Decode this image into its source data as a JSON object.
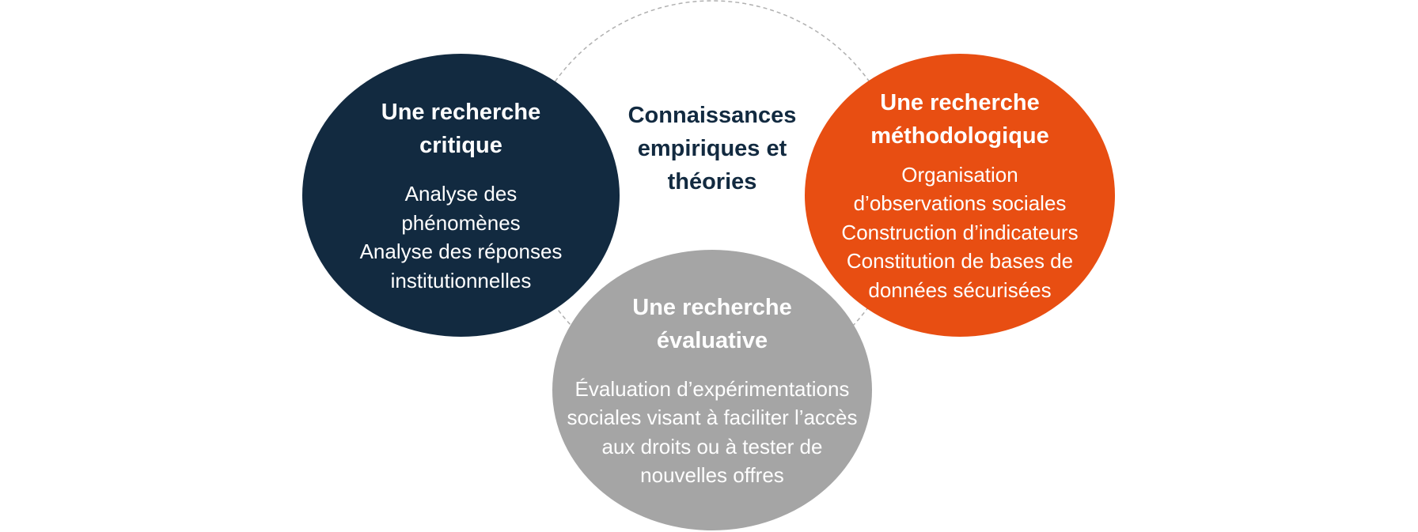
{
  "colors": {
    "critique": "#122a40",
    "methodologique": "#e84e12",
    "evaluative": "#a5a5a5",
    "center_text": "#122a40",
    "dashed_ring": "#b0b0b0"
  },
  "center": {
    "lines": [
      "Connaissances",
      "empiriques et",
      "théories"
    ]
  },
  "critique": {
    "title_lines": [
      "Une recherche",
      "critique"
    ],
    "body_lines": [
      "Analyse des",
      "phénomènes",
      "Analyse des réponses",
      "institutionnelles"
    ]
  },
  "methodologique": {
    "title_lines": [
      "Une recherche",
      "méthodologique"
    ],
    "body_lines": [
      "Organisation",
      "d’observations sociales",
      "Construction d’indicateurs",
      "Constitution de bases de",
      "données sécurisées"
    ]
  },
  "evaluative": {
    "title_lines": [
      "Une recherche",
      "évaluative"
    ],
    "body_lines": [
      "Évaluation d’expérimentations",
      "sociales visant à faciliter l’accès",
      "aux droits ou à tester de",
      "nouvelles offres"
    ]
  }
}
